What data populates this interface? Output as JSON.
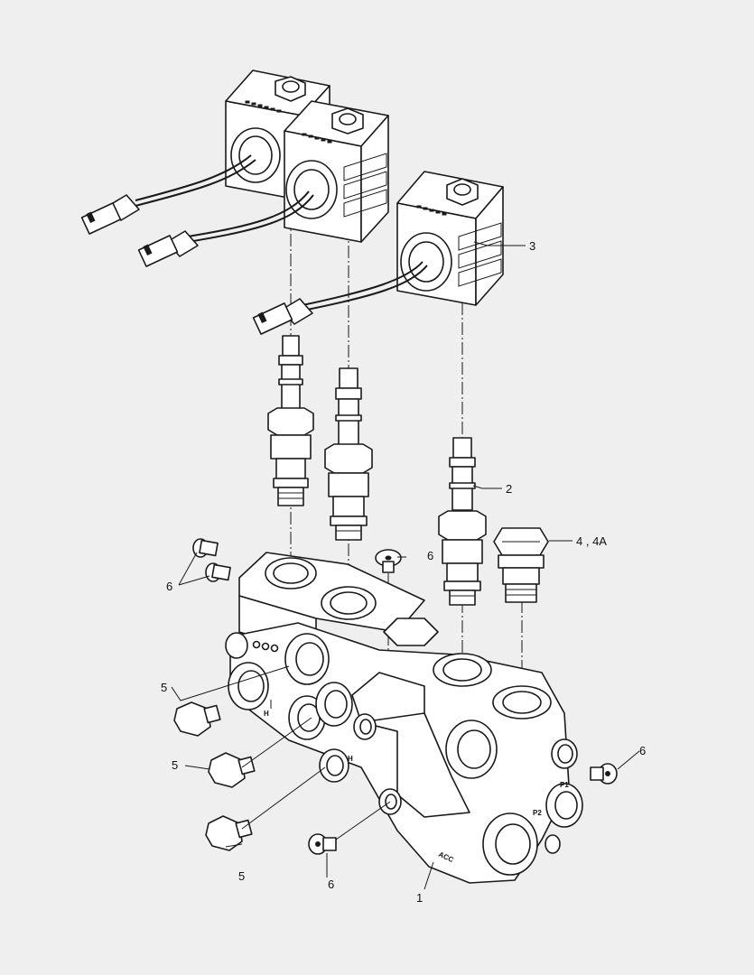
{
  "callouts": {
    "c1": "1",
    "c2": "2",
    "c3": "3",
    "c4": "4 , 4A",
    "c5a": "5",
    "c5b": "5",
    "c5c": "5",
    "c6a": "6",
    "c6b": "6",
    "c6c": "6",
    "c6d": "6"
  },
  "port_labels": {
    "acc": "ACC",
    "p1": "P1",
    "p2": "P2",
    "h1": "H",
    "h2": "H"
  },
  "colors": {
    "background": "#efefef",
    "line": "#1a1a1a",
    "fill": "#ffffff"
  }
}
